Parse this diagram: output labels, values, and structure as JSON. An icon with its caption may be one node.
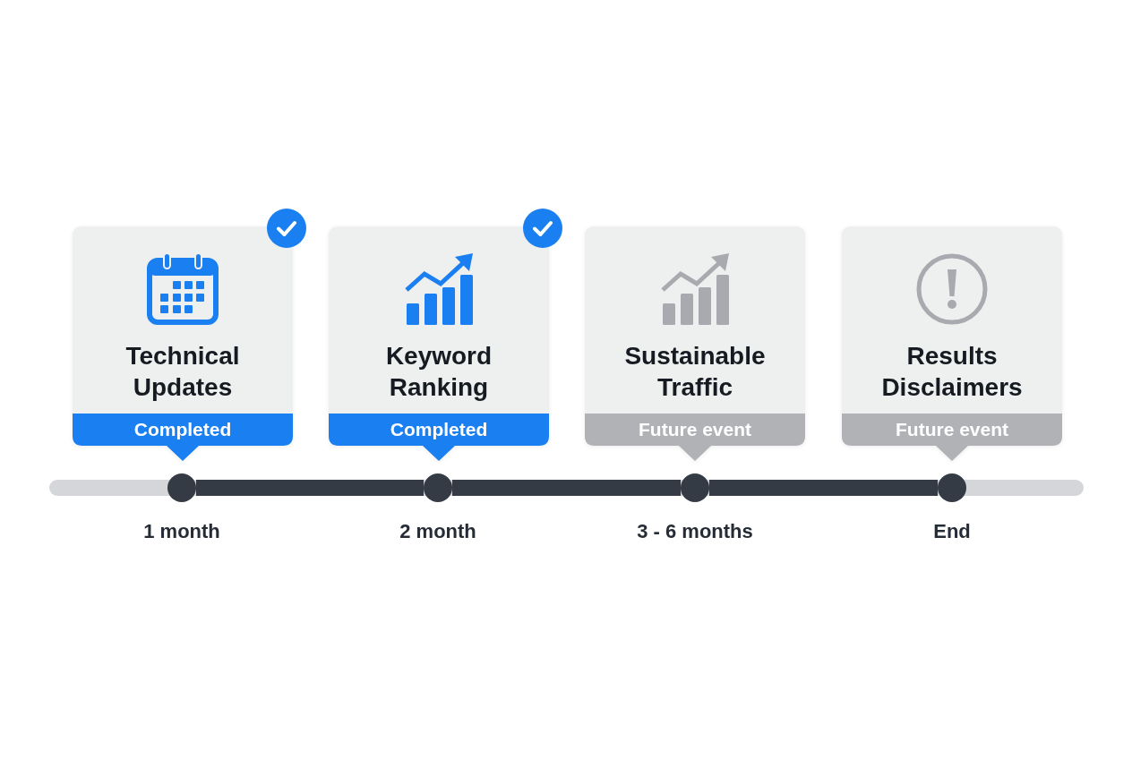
{
  "diagram": {
    "nodes": [
      {
        "text": [
          "Technical Updates",
          "Completed"
        ]
      },
      {
        "text": [
          "Keyword Ranking",
          "Completed"
        ]
      },
      {
        "text": [
          "Sustainable Traffic",
          "Future event"
        ]
      },
      {
        "text": [
          "Results Disclaimers",
          "Future event"
        ]
      },
      {
        "text": [],
        "shape": "circle",
        "beside": [
          "1 month"
        ]
      },
      {
        "text": [],
        "shape": "circle",
        "beside": [
          "2 month"
        ]
      },
      {
        "text": [],
        "shape": "circle",
        "beside": [
          "3 - 6 months"
        ]
      },
      {
        "text": [],
        "shape": "circle",
        "beside": [
          "End"
        ]
      }
    ],
    "edges": [
      {
        "from": 4,
        "to": 5,
        "arrow": "none"
      },
      {
        "from": 5,
        "to": 6,
        "arrow": "none"
      },
      {
        "from": 6,
        "to": 7,
        "arrow": "none"
      }
    ]
  }
}
